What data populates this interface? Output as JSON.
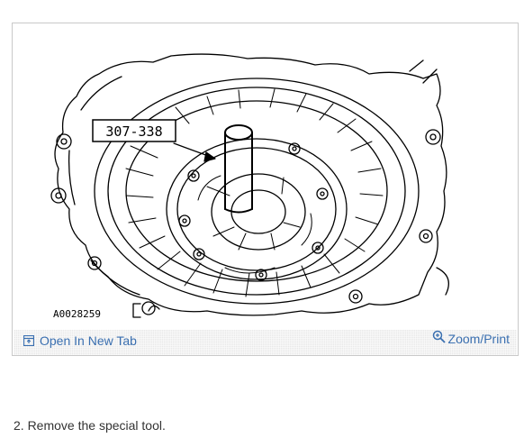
{
  "figure": {
    "callout_label": "307-338",
    "figure_id": "A0028259"
  },
  "toolbar": {
    "open_tab_label": "Open In New Tab",
    "zoom_print_label": "Zoom/Print",
    "link_color": "#3a6fb0"
  },
  "step": {
    "text": "2. Remove the special tool."
  },
  "icons": {
    "open_tab": "open-in-new-tab-icon",
    "zoom": "magnifier-plus-icon"
  }
}
